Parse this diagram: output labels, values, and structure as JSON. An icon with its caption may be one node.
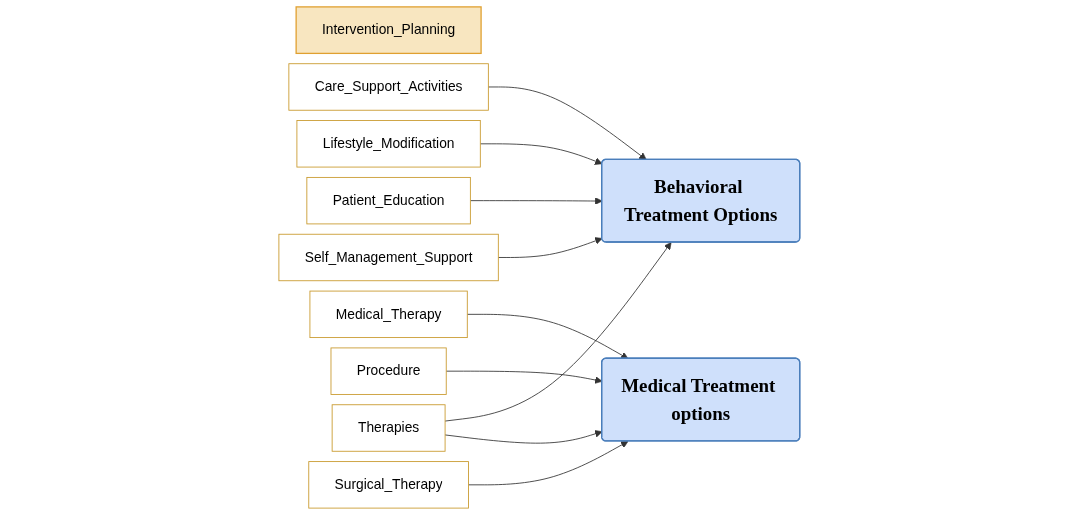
{
  "diagram": {
    "nodes": [
      {
        "text": [
          "Behavioral Treatment Options"
        ]
      },
      {
        "text": [
          "Intervention_Planning"
        ]
      },
      {
        "text": [
          "Care_Support_Activities"
        ]
      },
      {
        "text": [
          "Lifestyle_Modification"
        ]
      },
      {
        "text": [
          "Medical_Therapy"
        ]
      },
      {
        "text": [
          "Patient_Education"
        ]
      },
      {
        "text": [
          "Procedure"
        ]
      },
      {
        "text": [
          "Self_Management_Support"
        ]
      },
      {
        "text": [
          "Surgical_Therapy"
        ]
      },
      {
        "text": [
          "Therapies"
        ]
      },
      {
        "text": [
          "Medical Treatment options"
        ]
      }
    ],
    "edges": [
      {
        "from": 2,
        "to": 0,
        "arrow": "to"
      },
      {
        "from": 3,
        "to": 0,
        "arrow": "to"
      },
      {
        "from": 4,
        "to": 10,
        "arrow": "to"
      },
      {
        "from": 5,
        "to": 0,
        "arrow": "to"
      },
      {
        "from": 6,
        "to": 10,
        "arrow": "to"
      },
      {
        "from": 7,
        "to": 0,
        "arrow": "to"
      },
      {
        "from": 8,
        "to": 10,
        "arrow": "to"
      },
      {
        "from": 9,
        "to": 0,
        "arrow": "to"
      },
      {
        "from": 9,
        "to": 10,
        "arrow": "to"
      }
    ]
  }
}
